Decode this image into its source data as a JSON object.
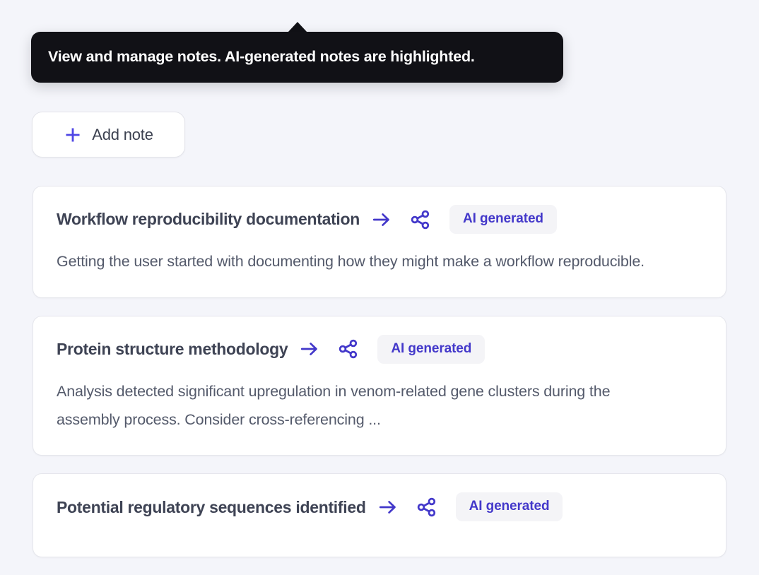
{
  "theme": {
    "page_background": "#f4f5fa",
    "accent": "#4338ca",
    "tooltip_background": "#111116",
    "card_background": "#ffffff",
    "card_border": "#e5e6ec",
    "badge_background": "#f4f4f7",
    "title_color": "#3e4354",
    "body_color": "#545a6b"
  },
  "tooltip": {
    "text": "View and manage notes. AI-generated notes are highlighted.",
    "tail": "triangle-up"
  },
  "toolbar": {
    "add_note_label": "Add note",
    "add_note_icon": "plus-icon"
  },
  "notes": [
    {
      "title": "Workflow reproducibility documentation",
      "body": "Getting the user started with documenting how they might make a workflow reproducible.",
      "badge": "AI generated",
      "open_icon": "arrow-right-icon",
      "share_icon": "share-nodes-icon"
    },
    {
      "title": "Protein structure methodology",
      "body": "Analysis detected significant upregulation in venom-related gene clusters during the assembly process. Consider cross-referencing ...",
      "badge": "AI generated",
      "open_icon": "arrow-right-icon",
      "share_icon": "share-nodes-icon"
    },
    {
      "title": "Potential regulatory sequences identified",
      "body": "",
      "badge": "AI generated",
      "open_icon": "arrow-right-icon",
      "share_icon": "share-nodes-icon"
    }
  ]
}
